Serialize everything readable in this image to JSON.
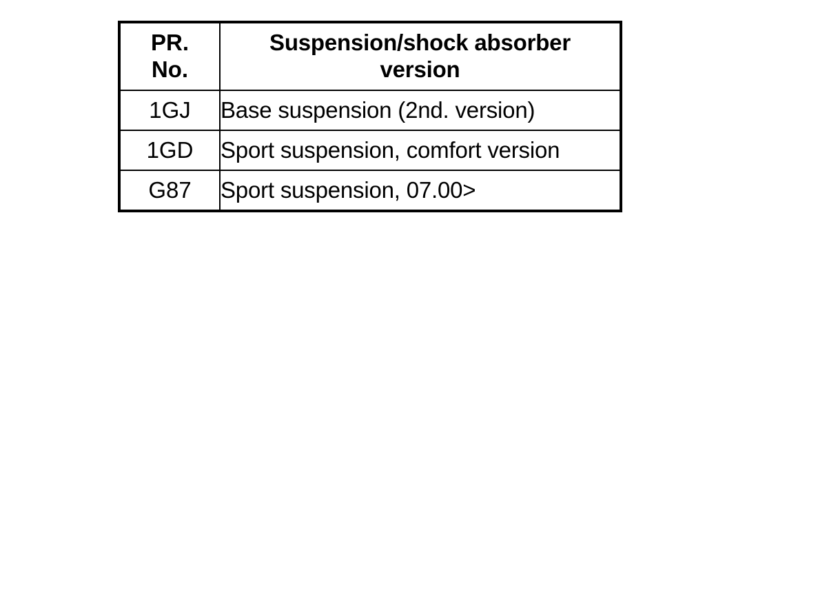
{
  "table": {
    "name": "suspension-shock-absorber-pr-number-table",
    "columns": [
      {
        "key": "pr_no",
        "header_line1": "PR.",
        "header_line2": "No."
      },
      {
        "key": "version",
        "header_line1": "Suspension/shock absorber",
        "header_line2": "version"
      }
    ],
    "rows": [
      {
        "pr_no": "1GJ",
        "version": "Base suspension (2nd. version)"
      },
      {
        "pr_no": "1GD",
        "version": "Sport suspension, comfort version"
      },
      {
        "pr_no": "G87",
        "version": "Sport suspension, 07.00>"
      }
    ]
  },
  "colors": {
    "background": "#ffffff",
    "border": "#000000",
    "text": "#000000"
  }
}
